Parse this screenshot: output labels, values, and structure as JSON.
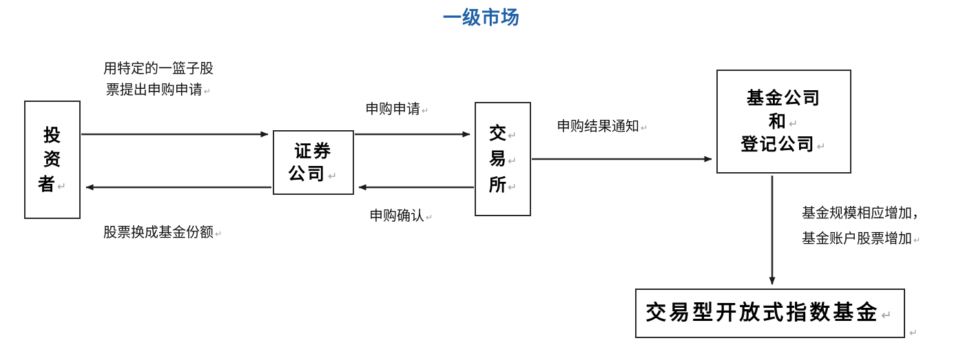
{
  "title": "一级市场",
  "title_color": "#1F5FA8",
  "nodes": {
    "investor": {
      "name": "投资者",
      "lines": [
        "投",
        "资",
        "者"
      ],
      "pilcrow_on_last": true
    },
    "broker": {
      "name": "证券公司",
      "lines": [
        "证券",
        "公司"
      ],
      "pilcrow_on_last": true
    },
    "exchange": {
      "name": "交易所",
      "lines": [
        "交",
        "易",
        "所"
      ],
      "pilcrow_each": true
    },
    "fundco": {
      "name": "基金公司和登记公司",
      "lines": [
        "基金公司",
        "和",
        "登记公司"
      ],
      "pilcrow_lines": [
        1,
        2
      ]
    },
    "etf": {
      "name": "交易型开放式指数基金",
      "lines": [
        "交易型开放式指数基金"
      ],
      "pilcrow_on_last": true
    }
  },
  "labels": {
    "subscribe_basket": {
      "lines": [
        "用特定的一篮子股",
        "票提出申购申请"
      ],
      "pilcrow_on_last": true
    },
    "shares_to_units": {
      "lines": [
        "股票换成基金份额"
      ],
      "pilcrow_on_last": true
    },
    "subscribe_request": {
      "lines": [
        "申购申请"
      ],
      "pilcrow_on_last": true
    },
    "subscribe_confirm": {
      "lines": [
        "申购确认"
      ],
      "pilcrow_on_last": true
    },
    "result_notice": {
      "lines": [
        "申购结果通知"
      ],
      "pilcrow_on_last": true
    },
    "fund_scale": {
      "lines": [
        "基金规模相应增加，",
        "基金账户股票增加"
      ],
      "pilcrow_on_last": true
    }
  },
  "stray_marks": {
    "bottom_right_pilcrow": "↵"
  },
  "edges": [
    {
      "name": "investor-to-broker",
      "from": "investor",
      "to": "broker",
      "direction": "right",
      "label": "subscribe_basket"
    },
    {
      "name": "broker-to-investor",
      "from": "broker",
      "to": "investor",
      "direction": "left",
      "label": "shares_to_units"
    },
    {
      "name": "broker-to-exchange",
      "from": "broker",
      "to": "exchange",
      "direction": "right",
      "label": "subscribe_request"
    },
    {
      "name": "exchange-to-broker",
      "from": "exchange",
      "to": "broker",
      "direction": "left",
      "label": "subscribe_confirm"
    },
    {
      "name": "exchange-to-fundco",
      "from": "exchange",
      "to": "fundco",
      "direction": "right",
      "label": "result_notice"
    },
    {
      "name": "fundco-to-etf",
      "from": "fundco",
      "to": "etf",
      "direction": "down",
      "label": "fund_scale"
    }
  ],
  "colors": {
    "stroke": "#2b2b2b",
    "text": "#000000",
    "pilcrow": "#9b9b9b"
  }
}
